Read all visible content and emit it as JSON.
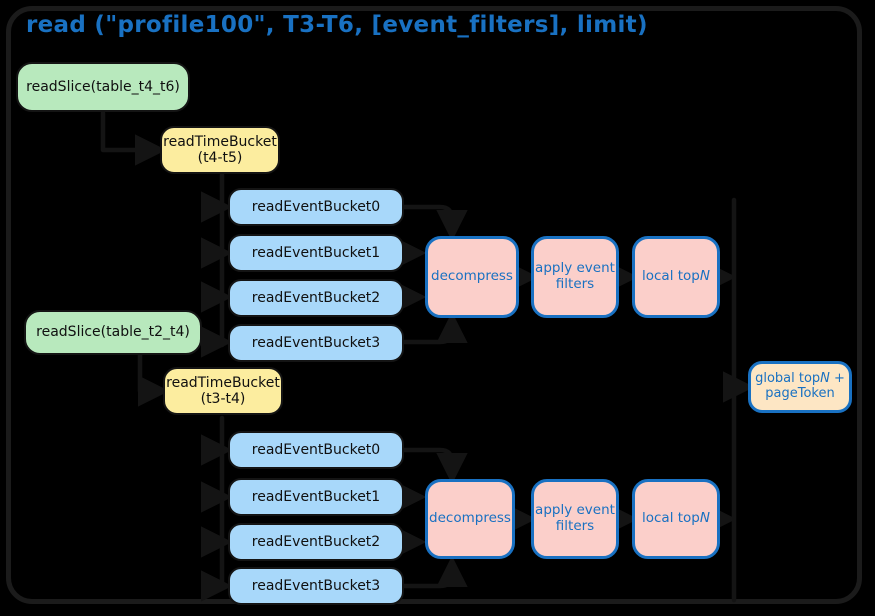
{
  "diagram": {
    "title": "read (\"profile100\", T3-T6, [event_filters], limit)",
    "colors": {
      "background": "#000000",
      "frame_border": "#1b1b1b",
      "accent_blue": "#1971c2",
      "green_fill": "#b8e9bd",
      "yellow_fill": "#fced9f",
      "blue_fill": "#a8d8fa",
      "pink_fill": "#fbcfca",
      "cream_fill": "#fde6c4",
      "edge": "#141414"
    }
  },
  "nodes": {
    "slice_top": "readSlice(table_t4_t6)",
    "slice_bottom": "readSlice(table_t2_t4)",
    "bucket_top_line1": "readTimeBucket",
    "bucket_top_line2": "(t4-t5)",
    "bucket_bottom_line1": "readTimeBucket",
    "bucket_bottom_line2": "(t3-t4)",
    "event_top": [
      "readEventBucket0",
      "readEventBucket1",
      "readEventBucket2",
      "readEventBucket3"
    ],
    "event_bottom": [
      "readEventBucket0",
      "readEventBucket1",
      "readEventBucket2",
      "readEventBucket3"
    ],
    "decompress_top": "decompress",
    "filters_top_line1": "apply event",
    "filters_top_line2": "filters",
    "localtop_top_prefix": "local top",
    "localtop_top_suffix": "N",
    "decompress_bottom": "decompress",
    "filters_bottom_line1": "apply event",
    "filters_bottom_line2": "filters",
    "localtop_bottom_prefix": "local top",
    "localtop_bottom_suffix": "N",
    "global_line1_prefix": "global top",
    "global_line1_suffix": "N +",
    "global_line2": "pageToken"
  }
}
